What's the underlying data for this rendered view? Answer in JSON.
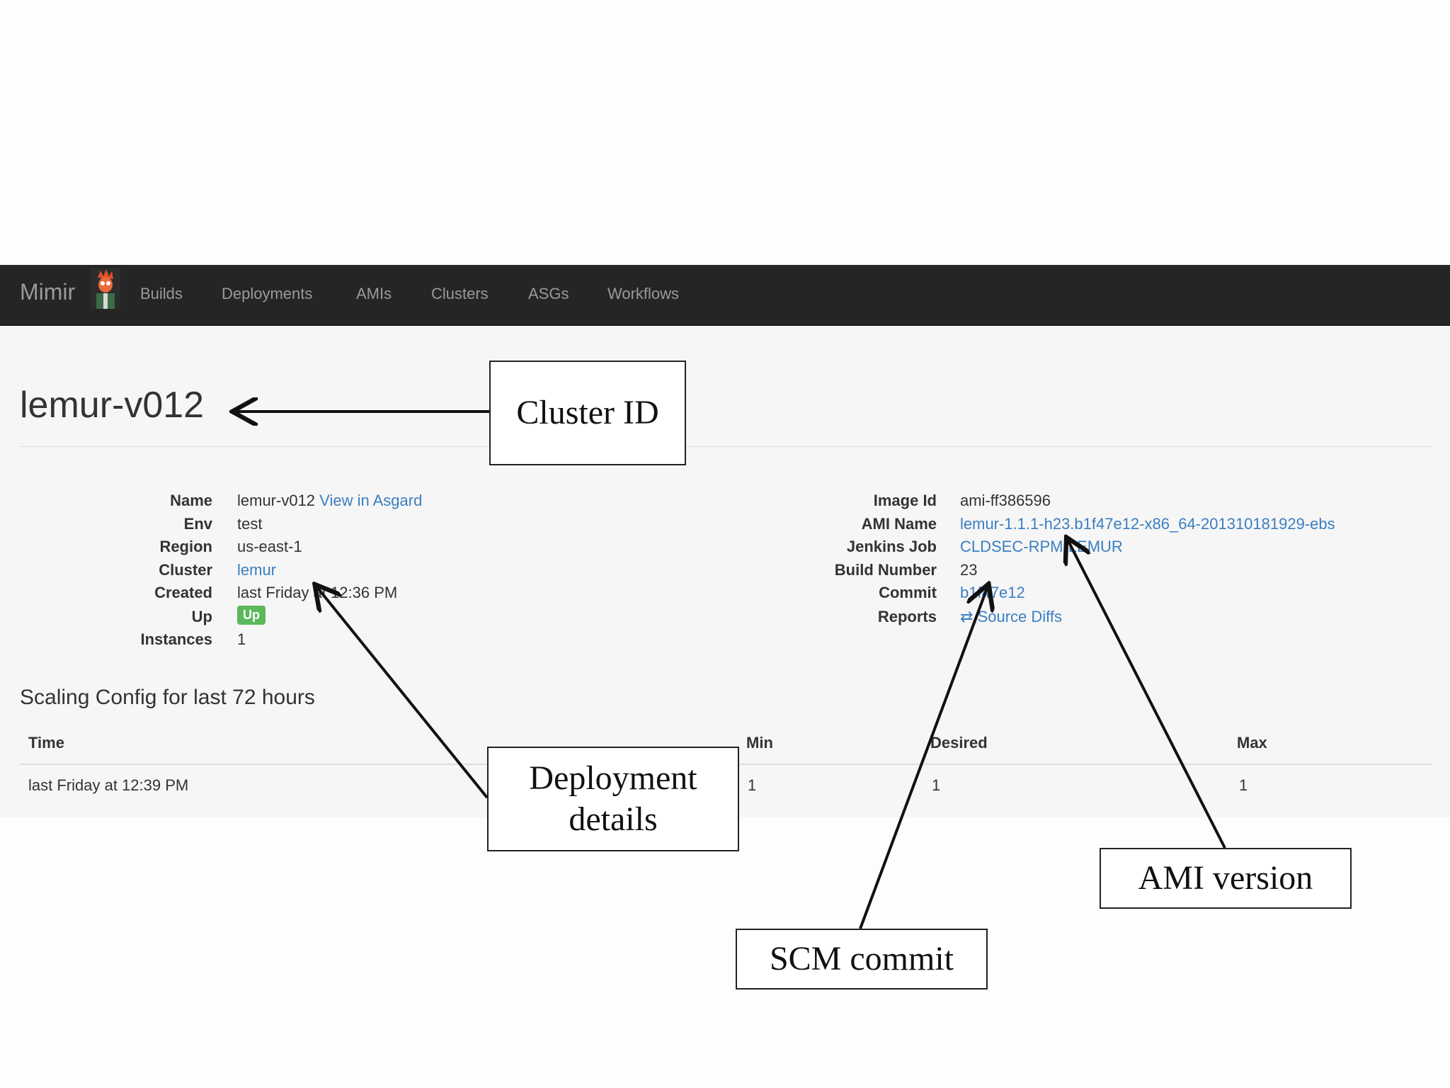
{
  "navbar": {
    "brand": "Mimir",
    "items": [
      "Builds",
      "Deployments",
      "AMIs",
      "Clusters",
      "ASGs",
      "Workflows"
    ]
  },
  "page": {
    "title": "lemur-v012"
  },
  "left_details": {
    "name_label": "Name",
    "name_value": "lemur-v012",
    "name_link": "View in Asgard",
    "env_label": "Env",
    "env_value": "test",
    "region_label": "Region",
    "region_value": "us-east-1",
    "cluster_label": "Cluster",
    "cluster_value": "lemur",
    "created_label": "Created",
    "created_value": "last Friday at 12:36 PM",
    "up_label": "Up",
    "up_badge": "Up",
    "instances_label": "Instances",
    "instances_value": "1"
  },
  "right_details": {
    "image_id_label": "Image Id",
    "image_id_value": "ami-ff386596",
    "ami_name_label": "AMI Name",
    "ami_name_value": "lemur-1.1.1-h23.b1f47e12-x86_64-201310181929-ebs",
    "jenkins_label": "Jenkins Job",
    "jenkins_value": "CLDSEC-RPM-LEMUR",
    "build_label": "Build Number",
    "build_value": "23",
    "commit_label": "Commit",
    "commit_value": "b1f47e12",
    "reports_label": "Reports",
    "reports_value": "Source Diffs"
  },
  "scaling": {
    "title": "Scaling Config for last 72 hours",
    "headers": [
      "Time",
      "Min",
      "Desired",
      "Max"
    ],
    "rows": [
      [
        "last Friday at 12:39 PM",
        "1",
        "1",
        "1"
      ]
    ]
  },
  "callouts": {
    "cluster_id": "Cluster ID",
    "deployment": "Deployment details",
    "ami_version": "AMI version",
    "scm_commit": "SCM commit"
  },
  "colors": {
    "navbar_bg": "#252525",
    "link": "#3a7fc1",
    "badge": "#5cb85c"
  }
}
